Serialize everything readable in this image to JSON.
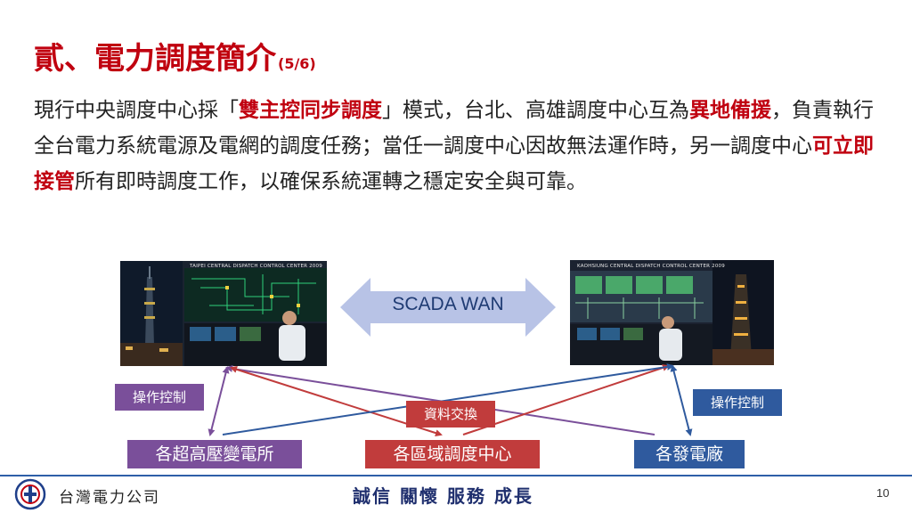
{
  "slide": {
    "title": "貳、電力調度簡介",
    "title_suffix": "(5/6)",
    "paragraph": [
      {
        "text": "現行中央調度中心採「",
        "highlight": false
      },
      {
        "text": "雙主控同步調度",
        "highlight": true
      },
      {
        "text": "」模式，台北、高雄調度中心互為",
        "highlight": false
      },
      {
        "text": "異地備援",
        "highlight": true
      },
      {
        "text": "，負責執行全台電力系統電源及電網的調度任務；當任一調度中心因故無法運作時，另一調度中心",
        "highlight": false
      },
      {
        "text": "可立即接管",
        "highlight": true
      },
      {
        "text": "所有即時調度工作，以確保系統運轉之穩定安全與可靠。",
        "highlight": false
      }
    ]
  },
  "diagram": {
    "left_center_caption": "TAIPEI CENTRAL DISPATCH CONTROL CENTER 2009",
    "right_center_caption": "KAOHSIUNG CENTRAL DISPATCH CONTROL CENTER 2009",
    "link_label": "SCADA WAN",
    "left_control_label": "操作控制",
    "right_control_label": "操作控制",
    "data_exchange_label": "資料交換",
    "node_substation": "各超高壓變電所",
    "node_regional": "各區域調度中心",
    "node_plant": "各發電廠",
    "colors": {
      "purple": "#7a4f9a",
      "red": "#c13c3c",
      "blue": "#2f5a9e",
      "arrow_fill": "#b8c3e6"
    }
  },
  "footer": {
    "company": "台灣電力公司",
    "motto": "誠信 關懷 服務 成長",
    "page_number": "10"
  },
  "theme": {
    "title_color": "#c0000f",
    "footer_line_color": "#2e5fa8"
  }
}
